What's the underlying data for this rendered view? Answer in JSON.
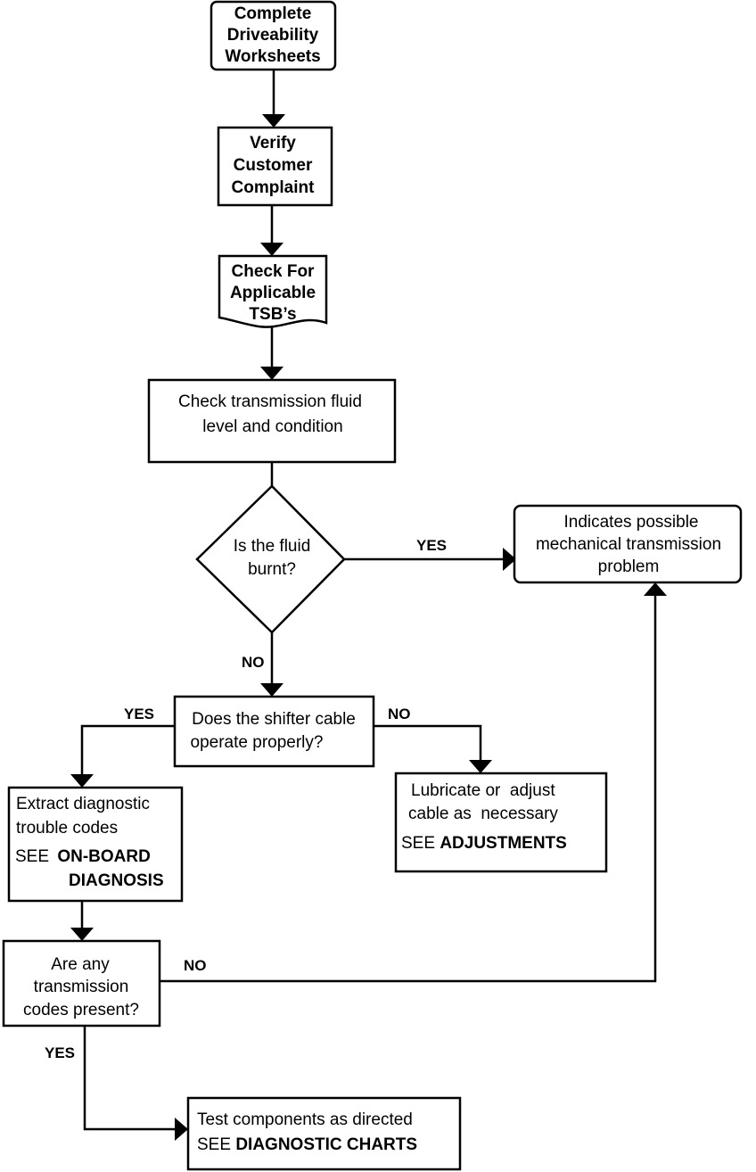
{
  "nodes": {
    "worksheets": {
      "lines": [
        "Complete",
        "Driveability",
        "Worksheets"
      ]
    },
    "verify": {
      "lines": [
        "Verify",
        "Customer",
        "Complaint"
      ]
    },
    "tsb": {
      "lines": [
        "Check For",
        "Applicable",
        "TSB’s"
      ]
    },
    "fluid_check": {
      "lines": [
        "Check transmission fluid",
        "level and condition"
      ]
    },
    "burnt": {
      "lines": [
        "Is the fluid",
        "burnt?"
      ]
    },
    "mechanical": {
      "lines": [
        "Indicates possible",
        "mechanical transmission",
        "problem"
      ]
    },
    "shifter": {
      "lines": [
        "Does the shifter cable",
        "operate properly?"
      ]
    },
    "lubricate": {
      "lines": [
        "Lubricate or  adjust",
        "cable as  necessary"
      ],
      "see_prefix": "SEE ",
      "see_ref": "ADJUSTMENTS"
    },
    "extract": {
      "lines": [
        "Extract diagnostic",
        "trouble codes"
      ],
      "see_prefix": "SEE ",
      "see_ref_1": "ON-BOARD",
      "see_ref_2": "DIAGNOSIS"
    },
    "codes": {
      "lines": [
        "Are any",
        "transmission",
        "codes present?"
      ]
    },
    "test": {
      "lines": [
        "Test components as directed"
      ],
      "see_prefix": "SEE ",
      "see_ref": "DIAGNOSTIC CHARTS"
    }
  },
  "edge_labels": {
    "burnt_yes": "YES",
    "burnt_no": "NO",
    "shifter_yes": "YES",
    "shifter_no": "NO",
    "codes_no": "NO",
    "codes_yes": "YES"
  }
}
